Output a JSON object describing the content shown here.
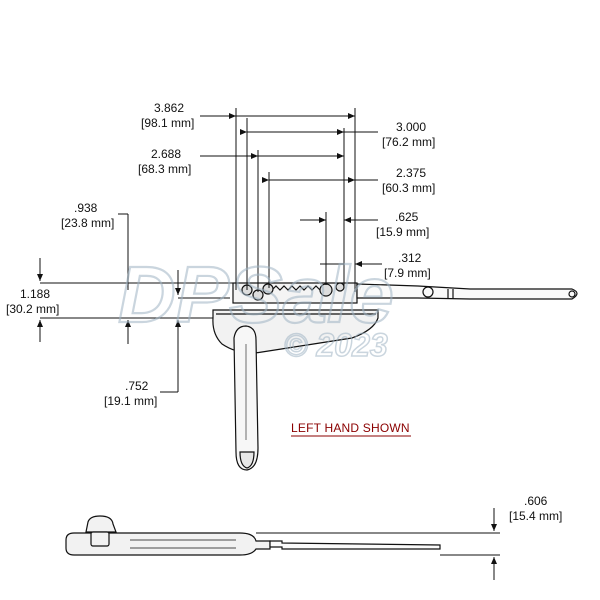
{
  "dimensions": {
    "d1": {
      "inch": "3.862",
      "mm": "[98.1 mm]"
    },
    "d2": {
      "inch": "3.000",
      "mm": "[76.2 mm]"
    },
    "d3": {
      "inch": "2.688",
      "mm": "[68.3 mm]"
    },
    "d4": {
      "inch": "2.375",
      "mm": "[60.3 mm]"
    },
    "d5": {
      "inch": ".938",
      "mm": "[23.8 mm]"
    },
    "d6": {
      "inch": ".625",
      "mm": "[15.9 mm]"
    },
    "d7": {
      "inch": ".312",
      "mm": "[7.9 mm]"
    },
    "d8": {
      "inch": "1.188",
      "mm": "[30.2 mm]"
    },
    "d9": {
      "inch": ".752",
      "mm": "[19.1 mm]"
    },
    "d10": {
      "inch": ".606",
      "mm": "[15.4 mm]"
    }
  },
  "note": "LEFT HAND SHOWN",
  "watermark": {
    "brand": "DPSale",
    "copyright": "© 2023"
  },
  "colors": {
    "ink": "#111111",
    "note": "#8b0000",
    "watermark": "#9fb4c4",
    "part_fill": "#f2f2f2"
  }
}
